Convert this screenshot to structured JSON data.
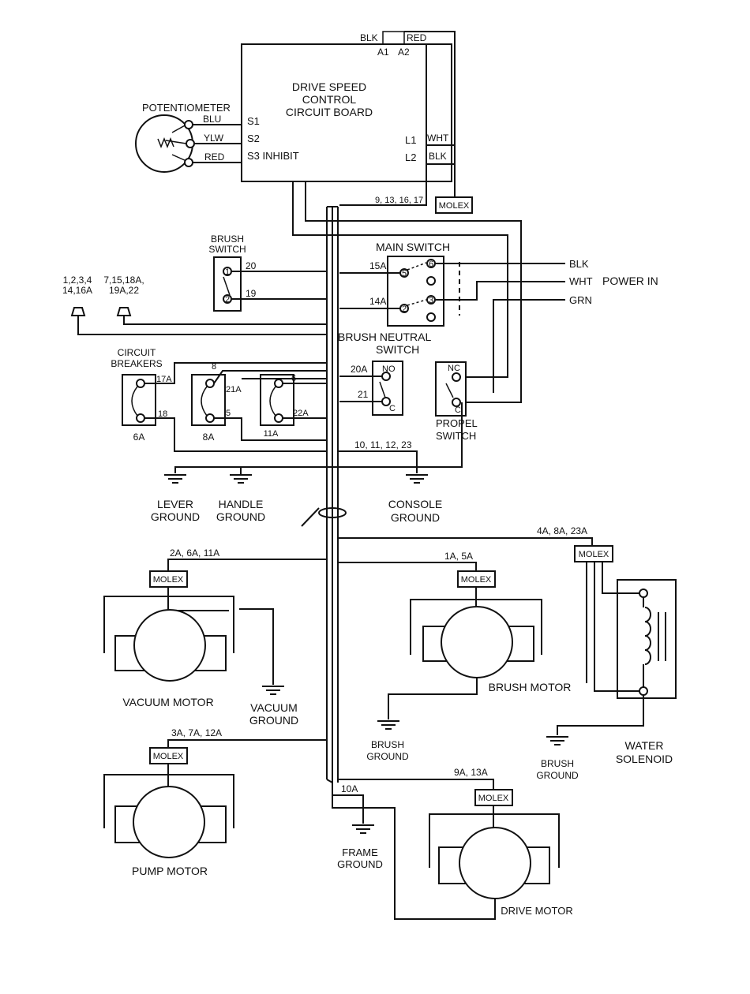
{
  "board": {
    "title1": "DRIVE SPEED",
    "title2": "CONTROL",
    "title3": "CIRCUIT BOARD",
    "s1": "S1",
    "s2": "S2",
    "s3": "S3 INHIBIT",
    "l1": "L1",
    "l2": "L2",
    "a1": "A1",
    "a2": "A2"
  },
  "wires": {
    "blk": "BLK",
    "red": "RED",
    "blu": "BLU",
    "ylw": "YLW",
    "wht": "WHT",
    "grn": "GRN"
  },
  "potentiometer": {
    "label": "POTENTIOMETER"
  },
  "power_in": "POWER IN",
  "molex": "MOLEX",
  "main_switch": {
    "label": "MAIN SWITCH",
    "pins": [
      "5",
      "6",
      "2",
      "3"
    ],
    "wire_15a": "15A",
    "wire_14a": "14A"
  },
  "brush_switch": {
    "label1": "BRUSH",
    "label2": "SWITCH",
    "pins": [
      "1",
      "2"
    ],
    "wire_20": "20",
    "wire_19": "19"
  },
  "connectors": {
    "left1": "1,2,3,4",
    "left2": "14,16A",
    "right1": "7,15,18A,",
    "right2": "19A,22"
  },
  "brush_neutral": {
    "label1": "BRUSH NEUTRAL",
    "label2": "SWITCH",
    "no": "NO",
    "c": "C",
    "wire_20a": "20A",
    "wire_21": "21"
  },
  "propel": {
    "label1": "PROPEL",
    "label2": "SWITCH",
    "nc": "NC",
    "c": "C"
  },
  "breakers": {
    "label1": "CIRCUIT",
    "label2": "BREAKERS",
    "b1": "6A",
    "b2": "8A",
    "b3": "11A",
    "w17a": "17A",
    "w18": "18",
    "w8": "8",
    "w21a": "21A",
    "w5": "5",
    "w6": "6",
    "w22a": "22A"
  },
  "wire_groups": {
    "g_9_17": "9, 13, 16, 17",
    "g_10_23": "10, 11, 12, 23",
    "g_4a": "4A, 8A, 23A",
    "g_2a": "2A, 6A, 11A",
    "g_1a": "1A, 5A",
    "g_3a": "3A, 7A, 12A",
    "g_9a": "9A, 13A",
    "g_10a": "10A"
  },
  "grounds": {
    "lever1": "LEVER",
    "lever2": "GROUND",
    "handle1": "HANDLE",
    "handle2": "GROUND",
    "console1": "CONSOLE",
    "console2": "GROUND",
    "vacuum1": "VACUUM",
    "vacuum2": "GROUND",
    "brush1": "BRUSH",
    "brush2": "GROUND",
    "brush3": "BRUSH",
    "brush4": "GROUND",
    "frame1": "FRAME",
    "frame2": "GROUND"
  },
  "motors": {
    "vacuum": "VACUUM MOTOR",
    "brush": "BRUSH MOTOR",
    "pump": "PUMP MOTOR",
    "drive": "DRIVE MOTOR"
  },
  "solenoid": {
    "label1": "WATER",
    "label2": "SOLENOID"
  }
}
